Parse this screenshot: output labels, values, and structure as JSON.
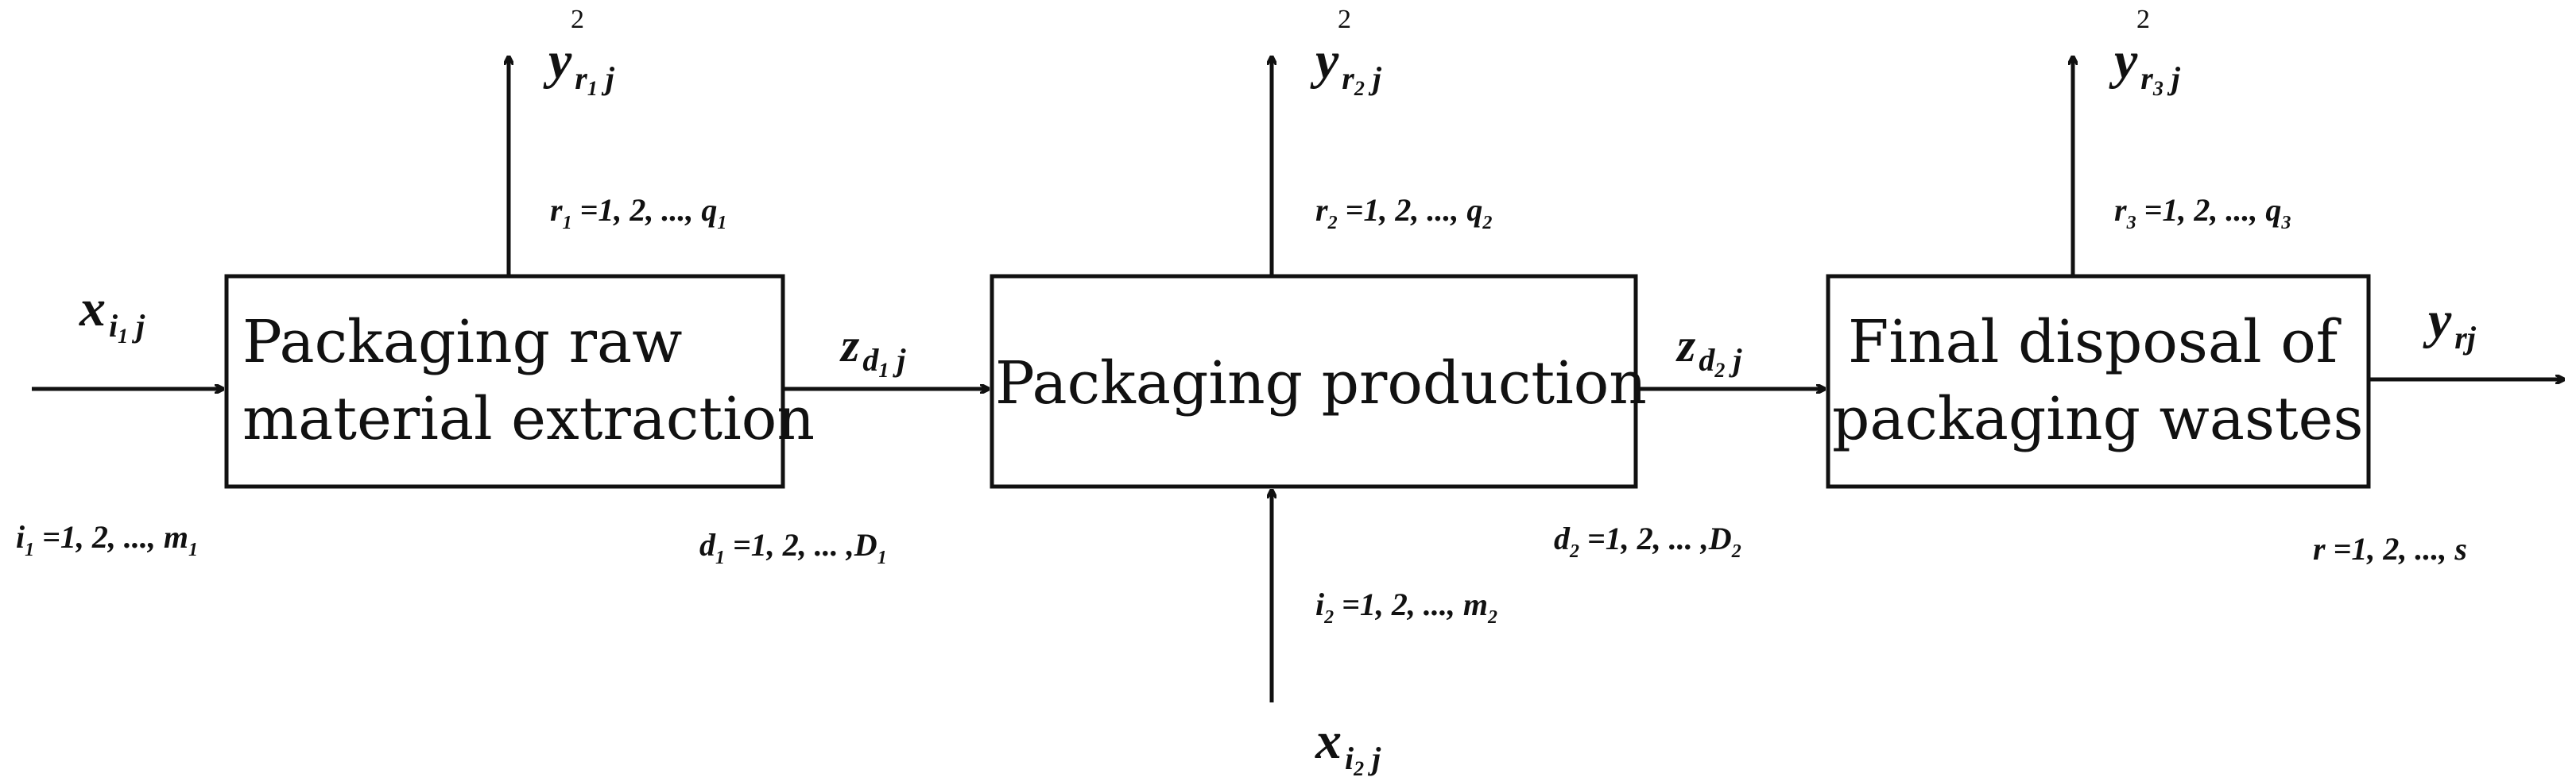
{
  "boxes": {
    "raw_material": {
      "line1": "Packaging raw",
      "line2": "material extraction"
    },
    "production": {
      "label": "Packaging production"
    },
    "disposal": {
      "line1": "Final disposal of",
      "line2": "packaging wastes"
    }
  },
  "variables": {
    "x_i1": {
      "base": "x",
      "sub": "i",
      "subsub": "1",
      "tail": " j"
    },
    "x_i2": {
      "base": "x",
      "sub": "i",
      "subsub": "2",
      "tail": " j"
    },
    "y_r1": {
      "base": "y",
      "sub": "r",
      "subsub": "1",
      "tail": " j",
      "sup": "2"
    },
    "y_r2": {
      "base": "y",
      "sub": "r",
      "subsub": "2",
      "tail": " j",
      "sup": "2"
    },
    "y_r3": {
      "base": "y",
      "sub": "r",
      "subsub": "3",
      "tail": " j",
      "sup": "2"
    },
    "z_d1": {
      "base": "z",
      "sub": "d",
      "subsub": "1",
      "tail": " j"
    },
    "z_d2": {
      "base": "z",
      "sub": "d",
      "subsub": "2",
      "tail": " j"
    },
    "y_rj": {
      "base": "y",
      "sub": "rj"
    }
  },
  "ranges": {
    "r1": {
      "var": "r",
      "sub": "1",
      "text": " =1, 2, ..., q",
      "end_sub": "1"
    },
    "r2": {
      "var": "r",
      "sub": "2",
      "text": " =1, 2, ..., q",
      "end_sub": "2"
    },
    "r3": {
      "var": "r",
      "sub": "3",
      "text": " =1, 2, ..., q",
      "end_sub": "3"
    },
    "i1": {
      "var": "i",
      "sub": "1",
      "text": " =1, 2, ..., m",
      "end_sub": "1"
    },
    "i2": {
      "var": "i",
      "sub": "2",
      "text": " =1, 2, ..., m",
      "end_sub": "2"
    },
    "d1": {
      "var": "d",
      "sub": "1",
      "text": " =1, 2, ... ,D",
      "end_sub": "1"
    },
    "d2": {
      "var": "d",
      "sub": "2",
      "text": " =1, 2, ... ,D",
      "end_sub": "2"
    },
    "r": {
      "var": "r",
      "text": " =1, 2, ..., s"
    }
  }
}
